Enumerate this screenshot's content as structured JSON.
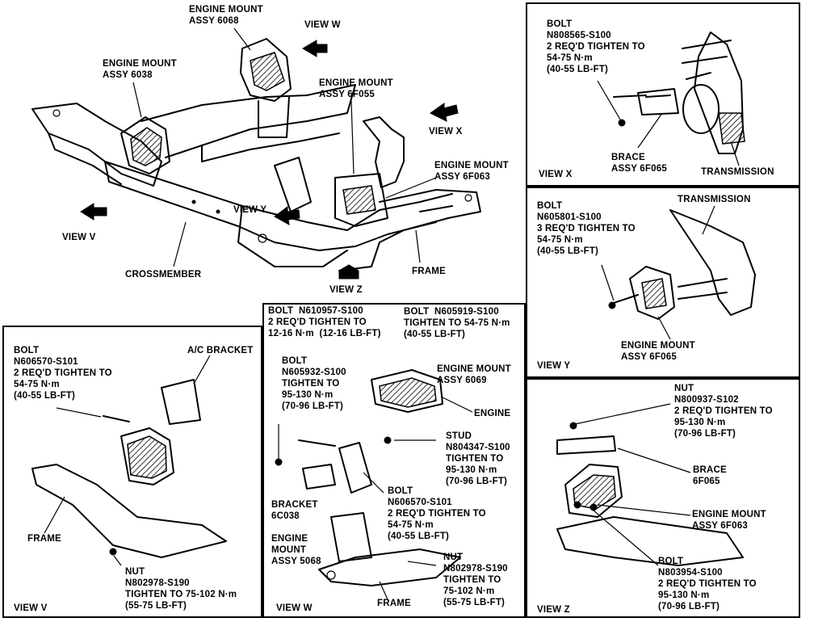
{
  "main": {
    "mount_6068": "ENGINE MOUNT\nASSY 6068",
    "mount_6038": "ENGINE MOUNT\nASSY 6038",
    "mount_6f055": "ENGINE MOUNT\nASSY 6F055",
    "mount_6f063": "ENGINE MOUNT\nASSY 6F063",
    "view_w": "VIEW W",
    "view_x": "VIEW X",
    "view_y": "VIEW Y",
    "view_z": "VIEW Z",
    "view_v": "VIEW V",
    "crossmember": "CROSSMEMBER",
    "frame": "FRAME"
  },
  "panel_x": {
    "bolt": "BOLT\nN808565-S100\n2 REQ'D TIGHTEN TO\n54-75 N·m\n(40-55 LB-FT)",
    "brace": "BRACE\nASSY 6F065",
    "transmission": "TRANSMISSION",
    "view": "VIEW X"
  },
  "panel_y": {
    "bolt": "BOLT\nN605801-S100\n3 REQ'D TIGHTEN TO\n54-75 N·m\n(40-55 LB-FT)",
    "transmission": "TRANSMISSION",
    "mount": "ENGINE MOUNT\nASSY 6F065",
    "view": "VIEW Y"
  },
  "panel_z": {
    "nut": "NUT\nN800937-S102\n2 REQ'D TIGHTEN TO\n95-130 N·m\n(70-96 LB-FT)",
    "brace": "BRACE\n6F065",
    "mount": "ENGINE MOUNT\nASSY 6F063",
    "bolt": "BOLT\nN803954-S100\n2 REQ'D TIGHTEN TO\n95-130 N·m\n(70-96 LB-FT)",
    "view": "VIEW Z"
  },
  "panel_v": {
    "bolt": "BOLT\nN606570-S101\n2 REQ'D TIGHTEN TO\n54-75 N·m\n(40-55 LB-FT)",
    "ac_bracket": "A/C BRACKET",
    "frame": "FRAME",
    "nut": "NUT\nN802978-S190\nTIGHTEN TO 75-102 N·m\n(55-75 LB-FT)",
    "view": "VIEW V"
  },
  "panel_w": {
    "bolt1": "BOLT  N610957-S100\n2 REQ'D TIGHTEN TO\n12-16 N·m  (12-16 LB-FT)",
    "bolt2": "BOLT  N605919-S100\nTIGHTEN TO 54-75 N·m\n(40-55 LB-FT)",
    "bolt3": "BOLT\nN605932-S100\nTIGHTEN TO\n95-130 N·m\n(70-96 LB-FT)",
    "mount_6069": "ENGINE MOUNT\nASSY 6069",
    "engine": "ENGINE",
    "stud": "STUD\nN804347-S100\nTIGHTEN TO\n95-130 N·m\n(70-96 LB-FT)",
    "bracket": "BRACKET\n6C038",
    "bolt4": "BOLT\nN606570-S101\n2 REQ'D TIGHTEN TO\n54-75 N·m\n(40-55 LB-FT)",
    "mount_5068": "ENGINE\nMOUNT\nASSY 5068",
    "nut": "NUT\nN802978-S190\nTIGHTEN TO\n75-102 N·m\n(55-75 LB-FT)",
    "frame": "FRAME",
    "view": "VIEW W"
  }
}
